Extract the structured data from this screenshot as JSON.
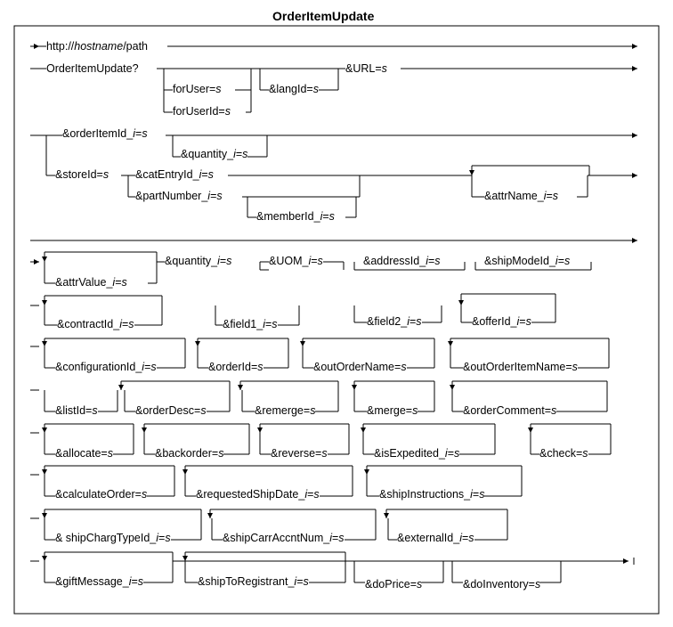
{
  "title": "OrderItemUpdate",
  "labels": {
    "url_prefix": "http://",
    "hostname": "hostname",
    "path": "/path",
    "cmd": "OrderItemUpdate?",
    "forUser": "forUser=",
    "forUserId": "forUserId=",
    "langId": "&langId=",
    "URL": "&URL=",
    "orderItemId": "&orderItemId_",
    "quantity_top": "&quantity_",
    "storeId": "&storeId=",
    "catEntryId": "&catEntryId_",
    "partNumber": "&partNumber_",
    "memberId": "&memberId_",
    "attrName": "&attrName_",
    "attrValue": "&attrValue_",
    "quantity2": "&quantity_",
    "UOM": "&UOM_",
    "addressId": "&addressId_",
    "shipModeId": "&shipModeId_",
    "contractId": "&contractId_",
    "field1": "&field1_",
    "field2": "&field2_",
    "offerId": "&offerId_",
    "configurationId": "&configurationId_",
    "orderId": "&orderId=",
    "outOrderName": "&outOrderName=",
    "outOrderItemName": "&outOrderItemName=",
    "listId": "&listId=",
    "orderDesc": "&orderDesc=",
    "remerge": "&remerge=",
    "merge": "&merge=",
    "orderComment": "&orderComment=",
    "allocate": "&allocate=",
    "backorder": "&backorder=",
    "reverse": "&reverse=",
    "isExpedited": "&isExpedited_",
    "check": "&check=",
    "calculateOrder": "&calculateOrder=",
    "requestedShipDate": "&requestedShipDate_",
    "shipInstructions": "&shipInstructions_",
    "shipChargTypeId": "& shipChargTypeId_",
    "shipCarrAccntNum": "&shipCarrAccntNum_",
    "externalId": "&externalId_",
    "giftMessage": "&giftMessage_",
    "shipToRegistrant": "&shipToRegistrant_",
    "doPrice": "&doPrice=",
    "doInventory": "&doInventory="
  },
  "vars": {
    "s": "s",
    "i": "i",
    "eq": "="
  }
}
